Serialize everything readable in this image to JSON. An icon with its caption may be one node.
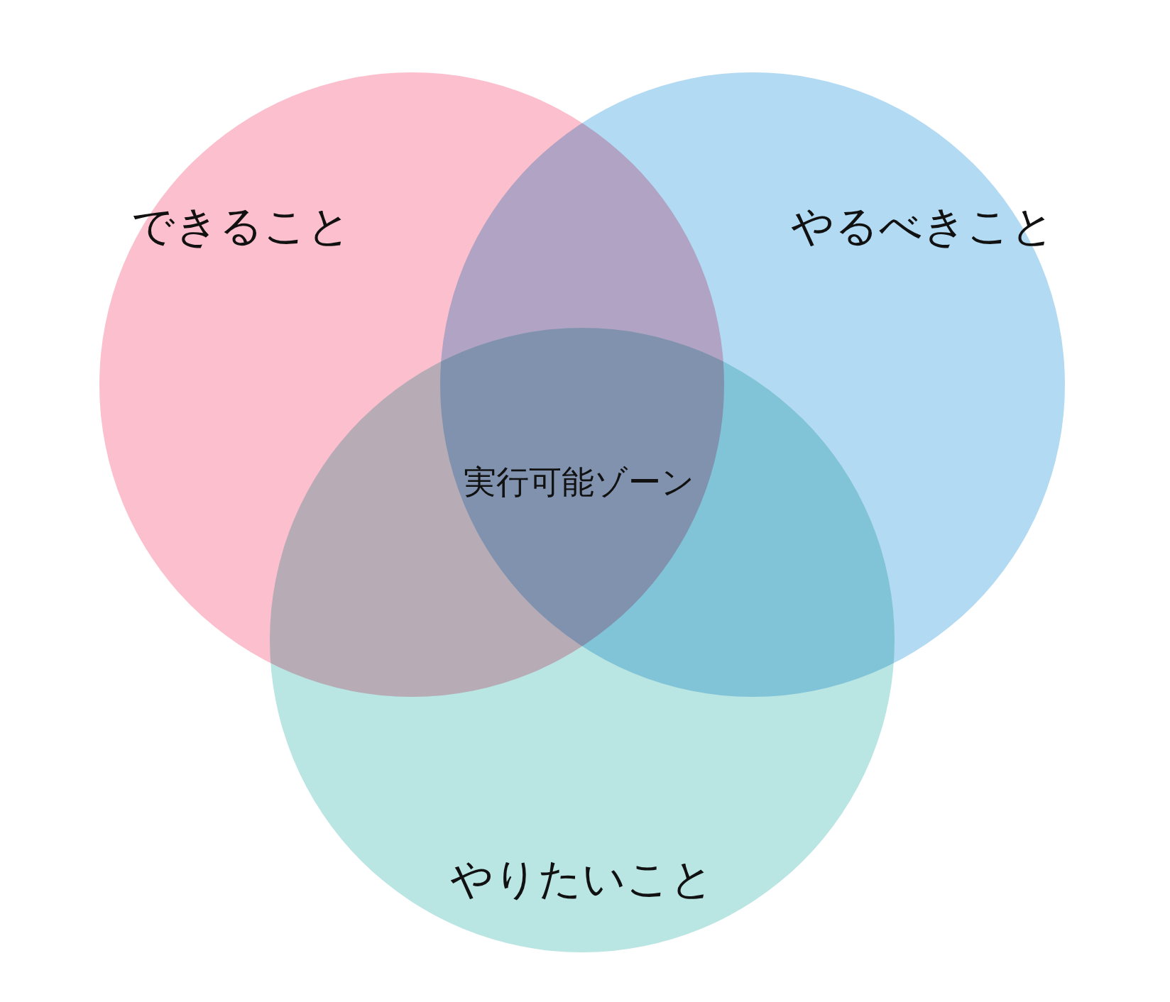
{
  "diagram": {
    "nodes": [
      {
        "text": [
          "できること"
        ]
      },
      {
        "text": [
          "やるべきこと"
        ]
      },
      {
        "text": [
          "やりたいこと"
        ]
      }
    ],
    "labels": [
      "実行可能ゾーン"
    ]
  }
}
